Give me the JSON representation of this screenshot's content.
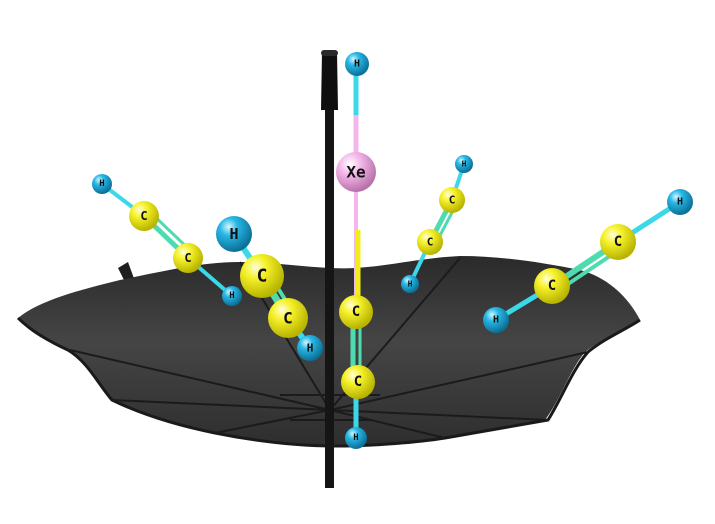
{
  "colors": {
    "background": "#ffffff",
    "umbrella_canopy": "#3a3a3a",
    "umbrella_dark": "#1e1e1e",
    "umbrella_handle": "#151515",
    "carbon_atom": "#f2ee1a",
    "hydrogen_atom": "#1fb0e0",
    "xenon_atom": "#f0a8e4",
    "bond_carbon": "#f2ee1a",
    "bond_hydrogen": "#3ad8e8",
    "bond_triple": "#4fdbb0",
    "bond_xenon": "#f4b6ea"
  },
  "atoms": {
    "carbon": "C",
    "hydrogen": "H",
    "xenon": "Xe"
  }
}
